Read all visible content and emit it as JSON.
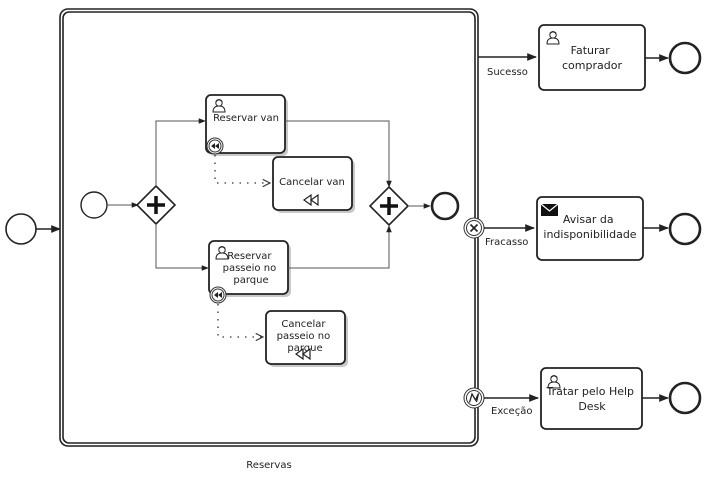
{
  "subprocess": {
    "label": "Reservas",
    "tasks": {
      "reservar_van": [
        "Reservar van"
      ],
      "cancelar_van": [
        "Cancelar van"
      ],
      "reservar_passeio": [
        "Reservar",
        "passeio no",
        "parque"
      ],
      "cancelar_passeio": [
        "Cancelar",
        "passeio no",
        "parque"
      ]
    }
  },
  "outer_tasks": {
    "faturar": [
      "Faturar",
      "comprador"
    ],
    "avisar": [
      "Avisar da",
      "indisponibilidade"
    ],
    "tratar": [
      "Tratar pelo Help",
      "Desk"
    ]
  },
  "flow_labels": {
    "sucesso": "Sucesso",
    "fracasso": "Fracasso",
    "excecao": "Exceção"
  },
  "icons": {
    "user_task": "user-icon",
    "send_task": "envelope-icon",
    "compensation": "compensation-icon",
    "cancel": "cancel-icon",
    "error": "error-icon",
    "parallel_gateway": "plus-icon"
  },
  "colors": {
    "stroke": "#222222",
    "edge": "#555555",
    "shadow": "#c8c8c8",
    "background": "#ffffff"
  }
}
